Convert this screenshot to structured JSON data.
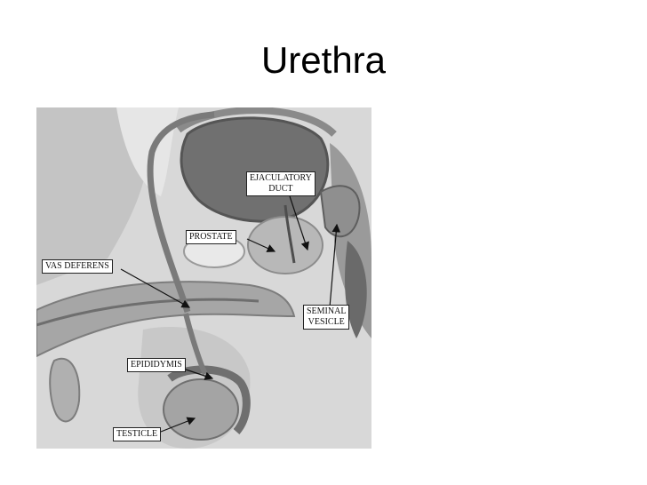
{
  "slide": {
    "title": "Urethra"
  },
  "labels": {
    "ejaculatory_duct_line1": "EJACULATORY",
    "ejaculatory_duct_line2": "DUCT",
    "prostate": "PROSTATE",
    "vas_deferens": "VAS DEFERENS",
    "seminal_vesicle_line1": "SEMINAL",
    "seminal_vesicle_line2": "VESICLE",
    "epididymis": "EPIDIDYMIS",
    "testicle": "TESTICLE"
  },
  "colors": {
    "background": "#ffffff",
    "tissue_light": "#cfcfcf",
    "tissue_mid": "#a9a9a9",
    "tissue_dark": "#6e6e6e",
    "bladder": "#707070",
    "leader_line": "#111111"
  }
}
